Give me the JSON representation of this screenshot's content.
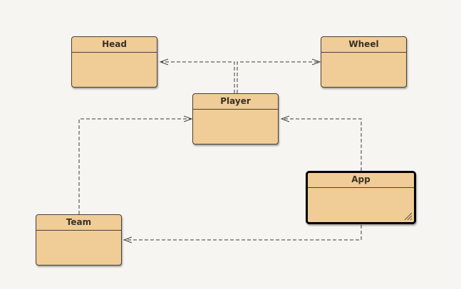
{
  "diagram": {
    "classes": [
      {
        "id": "head",
        "name": "Head"
      },
      {
        "id": "wheel",
        "name": "Wheel"
      },
      {
        "id": "player",
        "name": "Player"
      },
      {
        "id": "app",
        "name": "App",
        "selected": true
      },
      {
        "id": "team",
        "name": "Team"
      }
    ],
    "dependencies": [
      {
        "from": "player",
        "to": "head"
      },
      {
        "from": "player",
        "to": "wheel"
      },
      {
        "from": "team",
        "to": "player"
      },
      {
        "from": "app",
        "to": "player"
      },
      {
        "from": "app",
        "to": "team"
      }
    ],
    "colors": {
      "box_fill": "#f0cc96",
      "box_border": "#4a4036",
      "selected_border": "#000000",
      "connector": "#3a3a3a",
      "background": "#f7f5f2"
    }
  }
}
